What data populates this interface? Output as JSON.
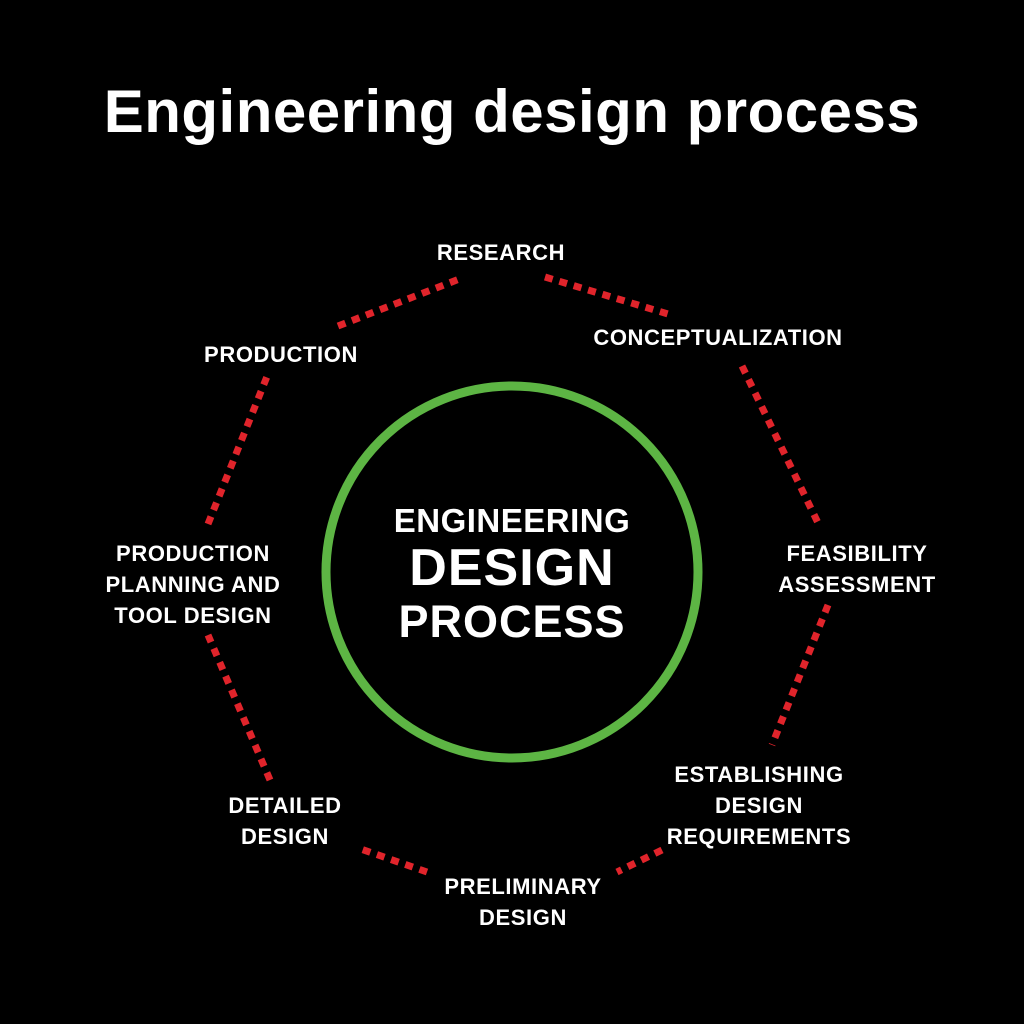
{
  "title": "Engineering design process",
  "center": {
    "line1": "ENGINEERING",
    "line2": "DESIGN",
    "line3": "PROCESS"
  },
  "steps": [
    {
      "lines": [
        "RESEARCH"
      ]
    },
    {
      "lines": [
        "CONCEPTUALIZATION"
      ]
    },
    {
      "lines": [
        "FEASIBILITY",
        "ASSESSMENT"
      ]
    },
    {
      "lines": [
        "ESTABLISHING",
        "DESIGN",
        "REQUIREMENTS"
      ]
    },
    {
      "lines": [
        "PRELIMINARY",
        "DESIGN"
      ]
    },
    {
      "lines": [
        "DETAILED",
        "DESIGN"
      ]
    },
    {
      "lines": [
        "PRODUCTION",
        "PLANNING AND",
        "TOOL DESIGN"
      ]
    },
    {
      "lines": [
        "PRODUCTION"
      ]
    }
  ],
  "colors": {
    "background": "#000000",
    "text": "#ffffff",
    "circle": "#5db544",
    "connector": "#e0242b"
  }
}
